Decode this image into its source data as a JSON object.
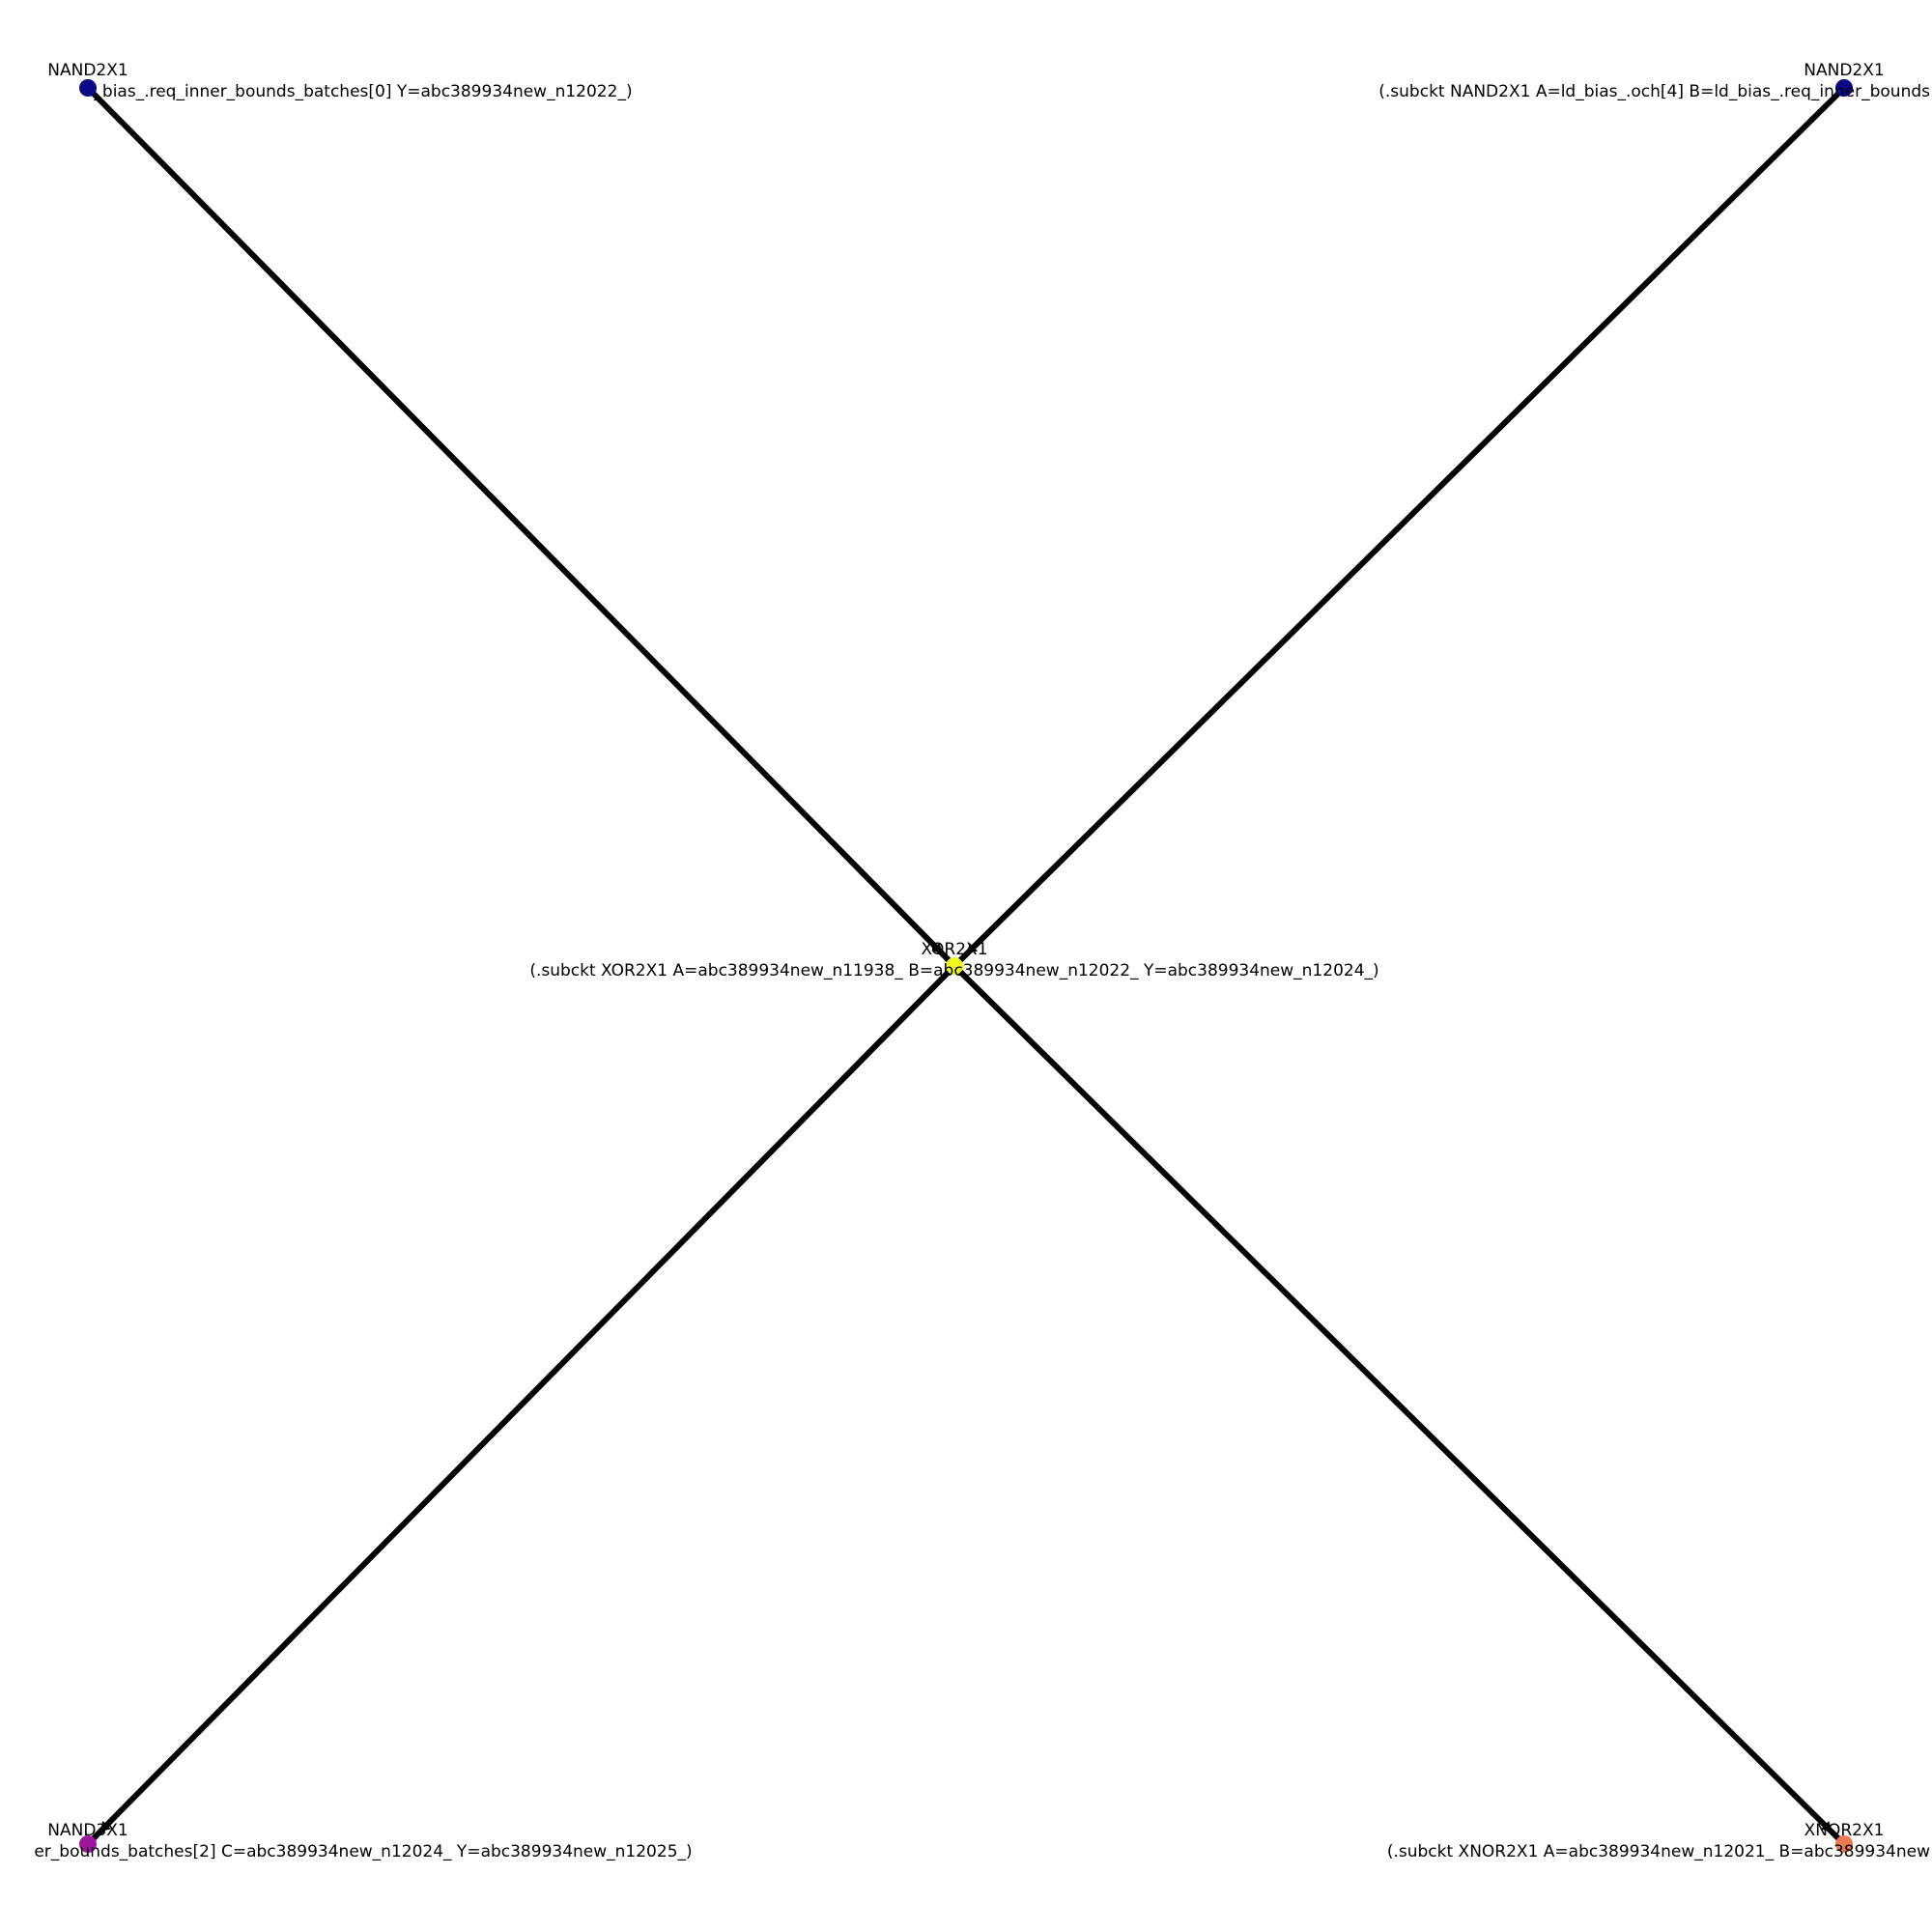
{
  "graph": {
    "nodes": [
      {
        "id": "nand-top-left",
        "title": "NAND2X1",
        "label": "_bias_.req_inner_bounds_batches[0] Y=abc389934new_n12022_)",
        "color": "#0d0887"
      },
      {
        "id": "nand-top-right",
        "title": "NAND2X1",
        "label": "(.subckt NAND2X1 A=ld_bias_.och[4] B=ld_bias_.req_inner_bounds",
        "color": "#0d0887"
      },
      {
        "id": "xor-center",
        "title": "XOR2X1",
        "label": "(.subckt XOR2X1 A=abc389934new_n11938_ B=abc389934new_n12022_ Y=abc389934new_n12024_)",
        "color": "#f0f921"
      },
      {
        "id": "nand-bottom-left",
        "title": "NAND3X1",
        "label": "er_bounds_batches[2] C=abc389934new_n12024_ Y=abc389934new_n12025_)",
        "color": "#9c179e"
      },
      {
        "id": "xnor-bottom-right",
        "title": "XNOR2X1",
        "label": "(.subckt XNOR2X1 A=abc389934new_n12021_ B=abc389934new",
        "color": "#ed7953"
      }
    ],
    "edges": [
      {
        "source": "nand-top-left",
        "target": "xor-center"
      },
      {
        "source": "nand-top-right",
        "target": "xor-center"
      },
      {
        "source": "xor-center",
        "target": "nand-bottom-left"
      },
      {
        "source": "xor-center",
        "target": "xnor-bottom-right"
      }
    ],
    "edge_color": "#000000"
  }
}
